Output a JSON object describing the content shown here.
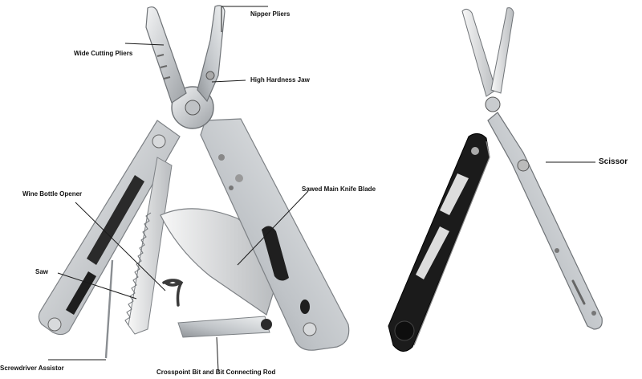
{
  "labels": {
    "nipper_pliers": "Nipper Pliers",
    "wide_cutting_pliers": "Wide Cutting Pliers",
    "high_hardness_jaw": "High Hardness Jaw",
    "sawed_main_knife_blade": "Sawed Main Knife Blade",
    "wine_bottle_opener": "Wine Bottle Opener",
    "saw": "Saw",
    "screwdriver_assistor": "Screwdriver Assistor",
    "crosspoint_bit": "Crosspoint Bit and Bit Connecting Rod",
    "scissor": "Scissor"
  }
}
